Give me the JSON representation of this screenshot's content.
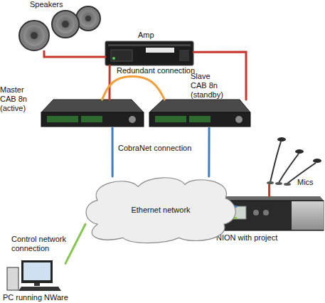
{
  "diagram": {
    "nodes": [
      {
        "text": [
          "Speakers"
        ]
      },
      {
        "text": [
          "Amp"
        ]
      },
      {
        "text": [
          "Master CAB 8n (active)"
        ]
      },
      {
        "text": [
          "Slave CAB 8n (standby)"
        ]
      },
      {
        "text": [
          "Mics"
        ]
      },
      {
        "text": [
          "NION with project"
        ]
      },
      {
        "text": [
          "Ethernet network"
        ]
      },
      {
        "text": [
          "PC running NWare"
        ]
      }
    ],
    "edges": [
      {
        "from": 0,
        "to": 1,
        "arrow": "none"
      },
      {
        "from": 1,
        "to": 2,
        "arrow": "none"
      },
      {
        "from": 1,
        "to": 3,
        "arrow": "none"
      },
      {
        "from": 2,
        "to": 3,
        "label": "Redundant connection",
        "arrow": "none"
      },
      {
        "from": 2,
        "to": 6,
        "label": "CobraNet connection",
        "arrow": "none"
      },
      {
        "from": 3,
        "to": 6,
        "arrow": "none"
      },
      {
        "from": 4,
        "to": 5,
        "arrow": "none"
      },
      {
        "from": 5,
        "to": 6,
        "arrow": "none"
      },
      {
        "from": 5,
        "to": 6,
        "arrow": "none"
      },
      {
        "from": 7,
        "to": 6,
        "label": "Control network connection",
        "arrow": "none"
      }
    ]
  }
}
